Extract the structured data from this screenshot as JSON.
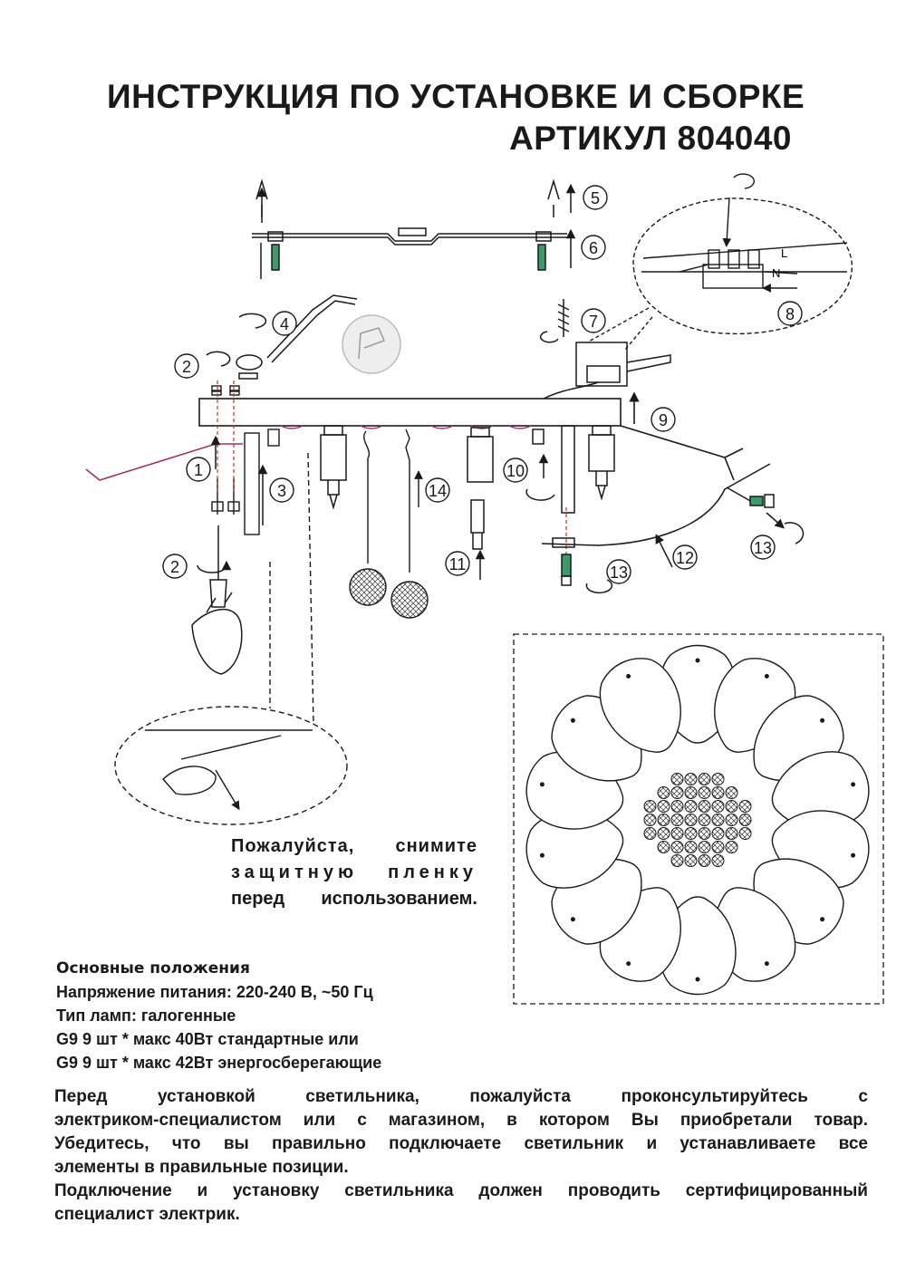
{
  "title": {
    "line1": "ИНСТРУКЦИЯ ПО УСТАНОВКЕ И СБОРКЕ",
    "line2": "АРТИКУЛ 804040"
  },
  "steps": [
    "1",
    "2",
    "2",
    "3",
    "4",
    "5",
    "6",
    "7",
    "8",
    "9",
    "10",
    "11",
    "12",
    "13",
    "13",
    "14"
  ],
  "terminal_labels": {
    "live": "L",
    "neutral": "N"
  },
  "film_notice": {
    "line1": "Пожалуйста, снимите",
    "line2": "защитную пленку",
    "line3": "перед использованием."
  },
  "specs": {
    "heading": "Основные положения",
    "voltage": "Напряжение питания: 220-240 В, ~50 Гц",
    "lamp_type": "Тип ламп: галогенные",
    "option1": "G9 9 шт * макс 40Вт стандартные или",
    "option2": "G9  9 шт * макс 42Вт энергосберегающие"
  },
  "notes": {
    "line1": "Перед установкой светильника, пожалуйста проконсультируйтесь с",
    "line2": "электриком-специалистом или с магазином, в котором Вы приобретали товар.",
    "line3": "Убедитесь, что вы правильно подключаете светильник и устанавливаете все",
    "line4": "элементы в правильные позиции.",
    "line5": "Подключение и установку светильника должен проводить сертифицированный",
    "line6": "специалист электрик."
  },
  "colors": {
    "ink": "#1a1a1a",
    "accent_wire": "#a0306a",
    "screw_green": "#3e9a6a",
    "dash_red": "#c8322a"
  }
}
